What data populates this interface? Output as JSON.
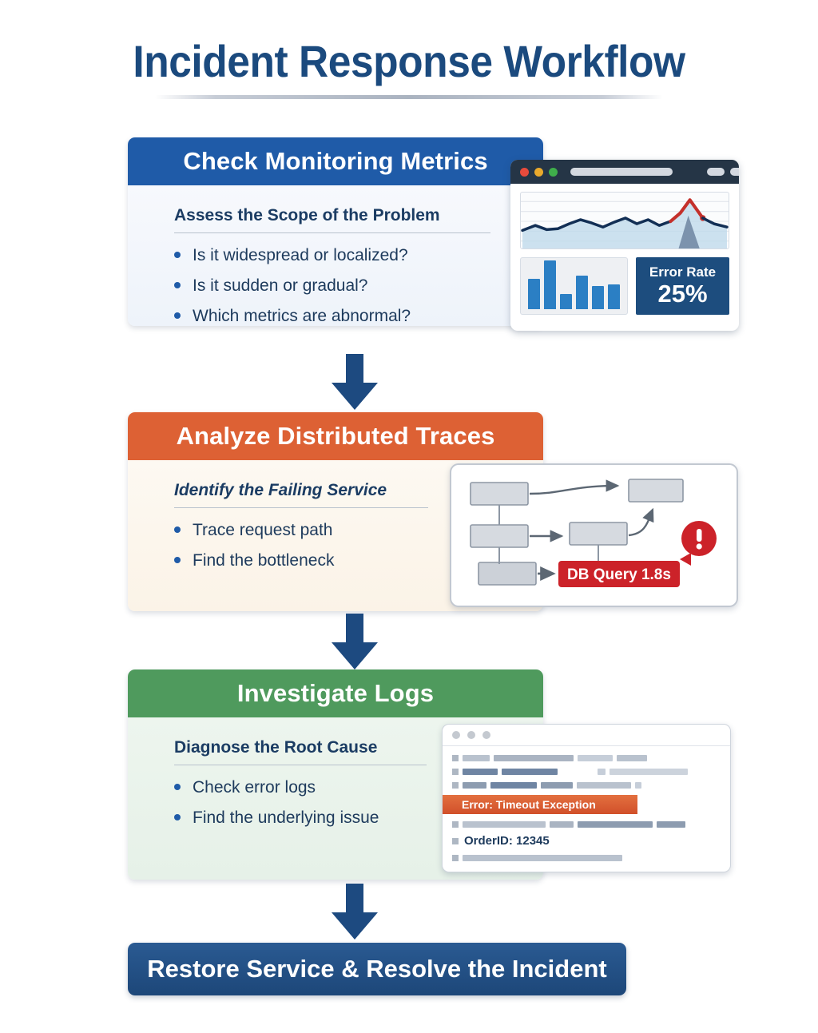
{
  "title": "Incident Response Workflow",
  "steps": [
    {
      "id": "check-monitoring-metrics",
      "header": "Check Monitoring Metrics",
      "subtitle": "Assess the Scope of the Problem",
      "bullets": [
        "Is it widespread or localized?",
        "Is it sudden or gradual?",
        "Which metrics are abnormal?"
      ],
      "header_color": "#1f5ba8",
      "body_color": "#f4f7fc"
    },
    {
      "id": "analyze-distributed-traces",
      "header": "Analyze Distributed Traces",
      "subtitle": "Identify the Failing Service",
      "bullets": [
        "Trace request path",
        "Find the bottleneck"
      ],
      "header_color": "#dd6134",
      "body_color": "#fdf8f0"
    },
    {
      "id": "investigate-logs",
      "header": "Investigate Logs",
      "subtitle": "Diagnose the Root Cause",
      "bullets": [
        "Check error logs",
        "Find the underlying issue"
      ],
      "header_color": "#4f9a5d",
      "body_color": "#eaf3ec"
    }
  ],
  "final_banner": {
    "label": "Restore Service & Resolve the Incident",
    "color": "#1d4779"
  },
  "dashboard": {
    "kpi_label": "Error Rate",
    "kpi_value": "25%",
    "kpi_color": "#1d4d7e",
    "window_dots": [
      "red",
      "yellow",
      "green"
    ],
    "bar_values": [
      60,
      95,
      30,
      66,
      45,
      48
    ],
    "bar_color": "#2b7fc4",
    "line_color": "#122f55",
    "spike_color": "#c4302b"
  },
  "trace": {
    "badge_label": "DB Query 1.8s",
    "badge_color": "#cc2229",
    "alert_icon": "!",
    "node_count": 5,
    "node_color": "#d6dae0"
  },
  "logs": {
    "error_label": "Error: Timeout Exception",
    "error_color": "#d1502a",
    "order_label": "OrderID: 12345"
  },
  "arrows": {
    "color": "#1d4a80",
    "count": 3
  }
}
